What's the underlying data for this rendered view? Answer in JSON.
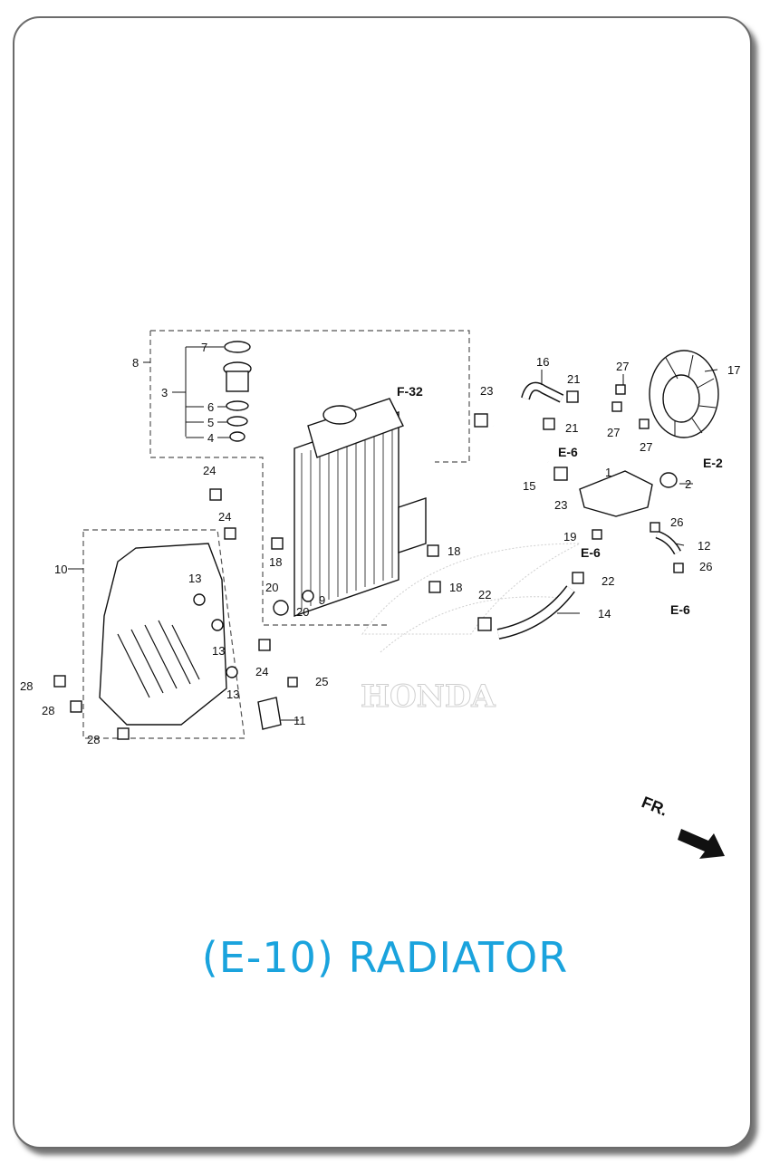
{
  "title": "(E-10) RADIATOR",
  "direction_label": "FR.",
  "brand_watermark": "HONDA",
  "colors": {
    "title": "#1aa3dd",
    "frame": "#6b6b6b",
    "ink": "#111111"
  },
  "refs": {
    "f32": "F-32",
    "e6": "E-6",
    "e2": "E-2"
  },
  "parts": {
    "p1": "1",
    "p2": "2",
    "p3": "3",
    "p4": "4",
    "p5": "5",
    "p6": "6",
    "p7": "7",
    "p8": "8",
    "p9": "9",
    "p10": "10",
    "p11": "11",
    "p12": "12",
    "p13": "13",
    "p14": "14",
    "p15": "15",
    "p16": "16",
    "p17": "17",
    "p18": "18",
    "p19": "19",
    "p20": "20",
    "p21": "21",
    "p22": "22",
    "p23": "23",
    "p24": "24",
    "p25": "25",
    "p26": "26",
    "p27": "27",
    "p28": "28"
  }
}
